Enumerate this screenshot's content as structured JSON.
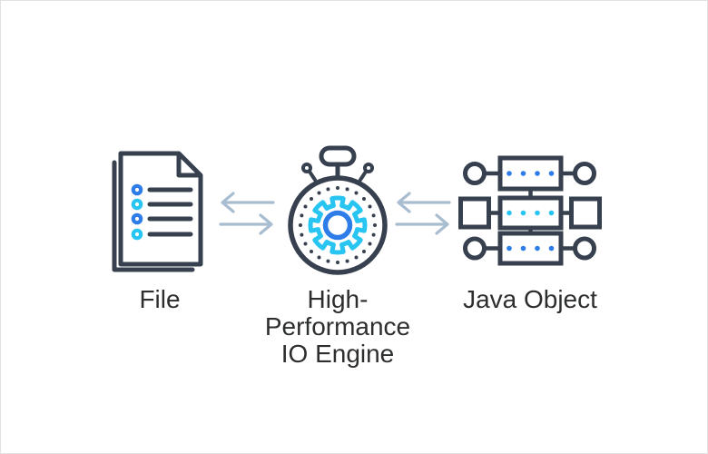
{
  "diagram": {
    "nodes": [
      {
        "id": "file",
        "label": "File",
        "icon": "file-document-icon"
      },
      {
        "id": "io-engine",
        "label_lines": [
          "High-Performance",
          "IO Engine"
        ],
        "icon": "stopwatch-gear-icon"
      },
      {
        "id": "java-object",
        "label": "Java Object",
        "icon": "java-object-structure-icon"
      }
    ],
    "links": [
      {
        "between": [
          "file",
          "io-engine"
        ],
        "type": "bidirectional",
        "arrows": [
          "left",
          "right"
        ]
      },
      {
        "between": [
          "io-engine",
          "java-object"
        ],
        "type": "bidirectional",
        "arrows": [
          "left",
          "right"
        ]
      }
    ]
  },
  "colors": {
    "outline_navy": "#36404e",
    "accent_blue": "#2d7ce8",
    "accent_cyan": "#29c5f2",
    "arrow_gray": "#a9bdd1",
    "label_text": "#2d2e2f",
    "background": "#ffffff",
    "page_border": "#e2e2e2"
  }
}
